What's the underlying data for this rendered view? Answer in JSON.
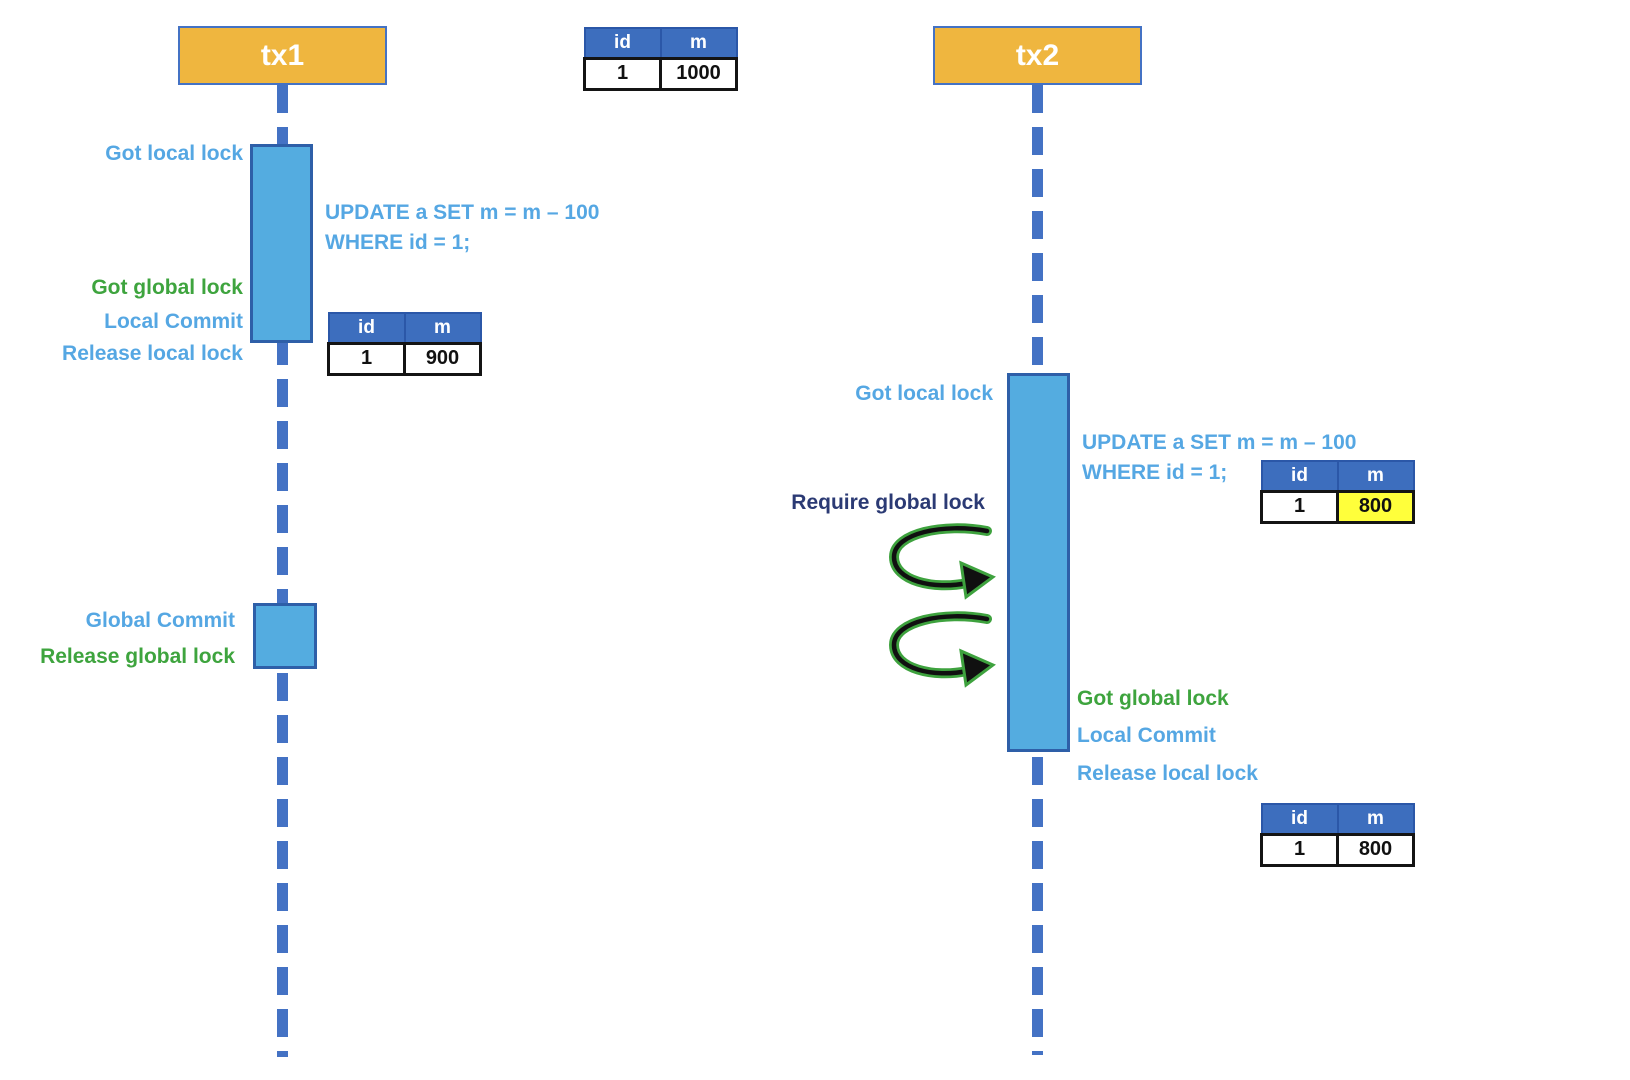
{
  "tx1": {
    "title": "tx1",
    "labels": {
      "got_local_lock": "Got local lock",
      "got_global_lock": "Got global lock",
      "local_commit": "Local Commit",
      "release_local_lock": "Release local lock",
      "global_commit": "Global Commit",
      "release_global_lock": "Release global lock"
    },
    "sql_line1": "UPDATE a SET m = m – 100",
    "sql_line2": "WHERE id = 1;"
  },
  "tx2": {
    "title": "tx2",
    "labels": {
      "got_local_lock": "Got local lock",
      "require_global_lock": "Require global lock",
      "got_global_lock": "Got global lock",
      "local_commit": "Local Commit",
      "release_local_lock": "Release local lock"
    },
    "sql_line1": "UPDATE a SET m = m – 100",
    "sql_line2": "WHERE id = 1;"
  },
  "tables": {
    "columns": [
      "id",
      "m"
    ],
    "initial": {
      "id": "1",
      "m": "1000"
    },
    "tx1_result": {
      "id": "1",
      "m": "900"
    },
    "tx2_pending": {
      "id": "1",
      "m": "800",
      "highlighted": true,
      "highlight_color": "#FFFF3B"
    },
    "tx2_result": {
      "id": "1",
      "m": "800"
    }
  },
  "icons": {
    "retry_arrow": "curved-retry-arrow (looping arrow pointing at tx2 activation bar, shown twice)"
  },
  "colors": {
    "tx_box_fill": "#EFB63F",
    "tx_box_border": "#4472C4",
    "lifeline_dash": "#4472C4",
    "activation_fill": "#54ACE0",
    "activation_border": "#2E5FA8",
    "table_header_fill": "#3D6EBE",
    "blue_text": "#55A7E3",
    "green_text": "#3EA43E",
    "navy_text": "#2B3A74",
    "highlight_yellow": "#FFFF3B",
    "arrow_green": "#3EA23E",
    "arrow_black": "#101010"
  }
}
